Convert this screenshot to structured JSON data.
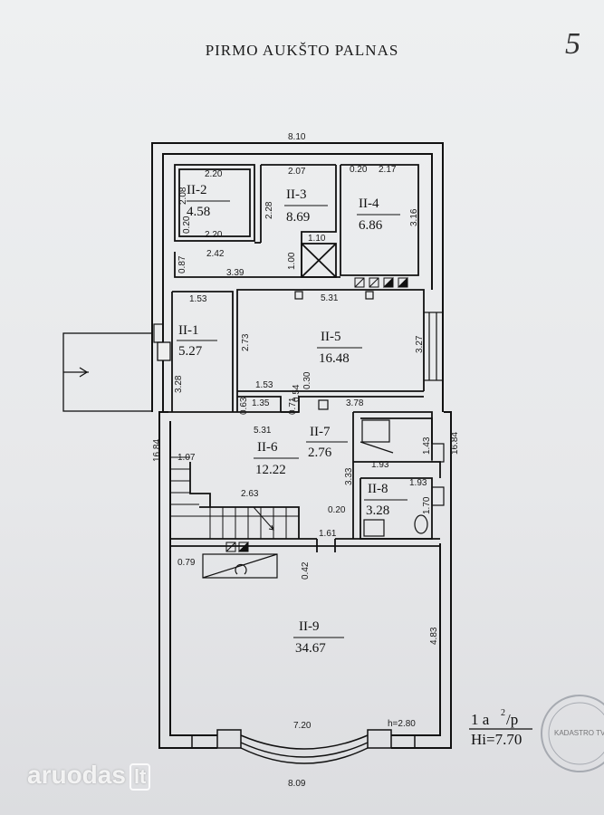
{
  "title": "PIRMO AUKŠTO PALNAS",
  "page_number": "5",
  "rooms": [
    {
      "id": "II-1",
      "area": "5.27"
    },
    {
      "id": "II-2",
      "area": "4.58"
    },
    {
      "id": "II-3",
      "area": "8.69"
    },
    {
      "id": "II-4",
      "area": "6.86"
    },
    {
      "id": "II-5",
      "area": "16.48"
    },
    {
      "id": "II-6",
      "area": "12.22"
    },
    {
      "id": "II-7",
      "area": "2.76"
    },
    {
      "id": "II-8",
      "area": "3.28"
    },
    {
      "id": "II-9",
      "area": "34.67"
    }
  ],
  "dimensions": [
    "8.10",
    "2.20",
    "2.07",
    "0.20",
    "2.17",
    "2.08",
    "2.28",
    "3.16",
    "0.20",
    "2.20",
    "2.42",
    "1.10",
    "0.87",
    "1.00",
    "3.39",
    "1.53",
    "5.31",
    "2.73",
    "3.27",
    "3.28",
    "1.53",
    "0.54",
    "0.30",
    "3.78",
    "0.63",
    "1.35",
    "0.71",
    "5.31",
    "1.43",
    "16.84",
    "16.84",
    "1.93",
    "1.07",
    "3.33",
    "1.93",
    "2.63",
    "0.20",
    "1.70",
    "1.61",
    "0.79",
    "0.42",
    "4.83",
    "7.20",
    "h=2.80",
    "8.09"
  ],
  "legend": {
    "line1": "1 a",
    "sup": "2",
    "line1b": "/p",
    "line2": "Hi=7.70"
  },
  "stamp": "KADASTRO TVARKYTOJAS",
  "watermark": {
    "brand": "aruodas",
    "tld": "lt"
  }
}
